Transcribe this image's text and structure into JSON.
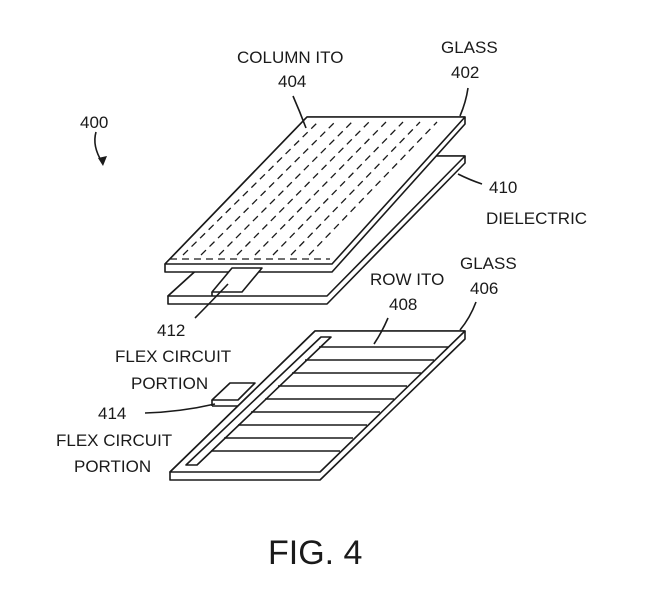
{
  "figure": {
    "ref_400": "400",
    "glass_top": {
      "name": "GLASS",
      "ref": "402"
    },
    "column_ito": {
      "name": "COLUMN ITO",
      "ref": "404"
    },
    "dielectric": {
      "ref": "410",
      "name": "DIELECTRIC"
    },
    "row_ito": {
      "name": "ROW ITO",
      "ref": "408"
    },
    "glass_bottom": {
      "name": "GLASS",
      "ref": "406"
    },
    "flex_412": {
      "ref": "412",
      "line1": "FLEX CIRCUIT",
      "line2": "PORTION"
    },
    "flex_414": {
      "ref": "414",
      "line1": "FLEX CIRCUIT",
      "line2": "PORTION"
    },
    "caption": "FIG. 4"
  }
}
